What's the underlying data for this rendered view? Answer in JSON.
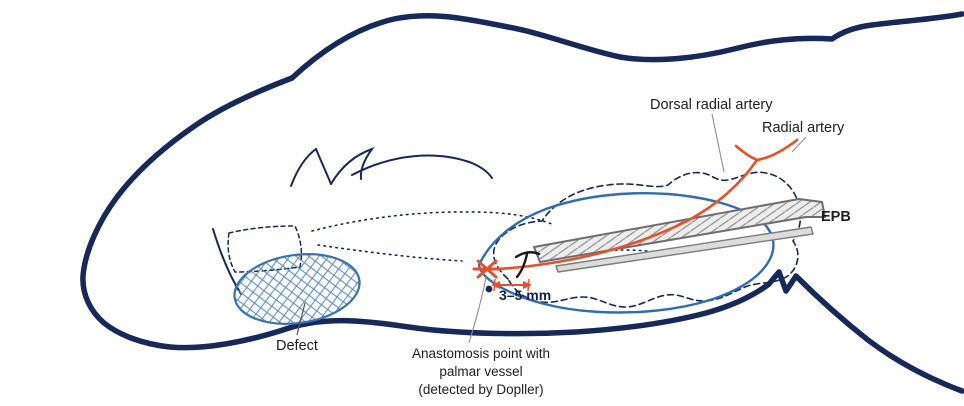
{
  "figure": {
    "labels": {
      "dorsal_radial_artery": "Dorsal radial artery",
      "radial_artery": "Radial artery",
      "epb": "EPB",
      "defect": "Defect",
      "distance": "3–5 mm",
      "anastomosis": {
        "line1": "Anastomosis point with",
        "line2": "palmar vessel",
        "line3": "(detected by Dopller)"
      }
    },
    "colors": {
      "hand_outline": "#16295a",
      "flap_blue": "#2e6db4",
      "defect_blue": "#3a72b0",
      "artery_orange": "#e8502a",
      "tendon_gray": "#6e6e6e",
      "label_text": "#1f1f1f"
    }
  }
}
